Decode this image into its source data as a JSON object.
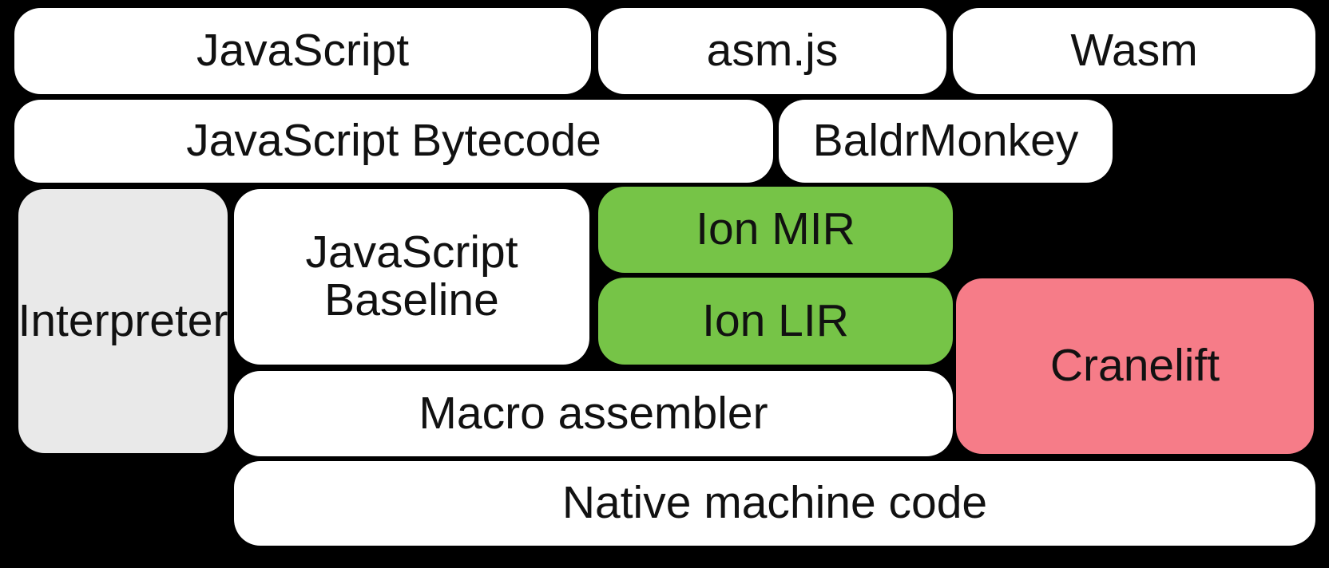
{
  "colors": {
    "background": "#000000",
    "box_white": "#ffffff",
    "box_gray": "#e9e9e9",
    "box_green": "#76c447",
    "box_pink": "#f67c88",
    "text": "#111111"
  },
  "nodes": [
    {
      "id": "javascript",
      "label": "JavaScript",
      "color": "white"
    },
    {
      "id": "asmjs",
      "label": "asm.js",
      "color": "white"
    },
    {
      "id": "wasm",
      "label": "Wasm",
      "color": "white"
    },
    {
      "id": "javascript-bytecode",
      "label": "JavaScript Bytecode",
      "color": "white"
    },
    {
      "id": "baldrmonkey",
      "label": "BaldrMonkey",
      "color": "white"
    },
    {
      "id": "interpreter",
      "label": "Interpreter",
      "color": "gray"
    },
    {
      "id": "javascript-baseline",
      "label": "JavaScript Baseline",
      "color": "white"
    },
    {
      "id": "ion-mir",
      "label": "Ion MIR",
      "color": "green"
    },
    {
      "id": "ion-lir",
      "label": "Ion LIR",
      "color": "green"
    },
    {
      "id": "cranelift",
      "label": "Cranelift",
      "color": "pink"
    },
    {
      "id": "macro-assembler",
      "label": "Macro assembler",
      "color": "white"
    },
    {
      "id": "native-machine-code",
      "label": "Native machine code",
      "color": "white"
    }
  ]
}
